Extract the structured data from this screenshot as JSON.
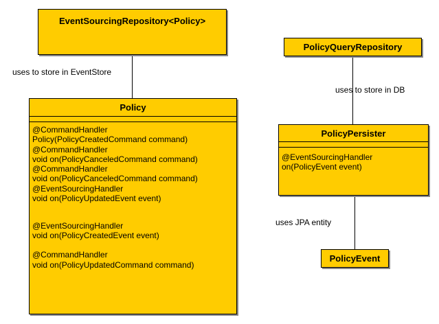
{
  "classes": {
    "event_sourcing_repository": {
      "name": "EventSourcingRepository<Policy>"
    },
    "policy": {
      "name": "Policy",
      "members": [
        "@CommandHandler",
        "Policy(PolicyCreatedCommand command)",
        "@CommandHandler",
        "void on(PolicyCanceledCommand command)",
        "@CommandHandler",
        "void on(PolicyCanceledCommand command)",
        "@EventSourcingHandler",
        "void on(PolicyUpdatedEvent event)",
        "",
        "",
        "@EventSourcingHandler",
        "void on(PolicyCreatedEvent event)",
        "",
        "@CommandHandler",
        "void on(PolicyUpdatedCommand command)"
      ]
    },
    "policy_query_repository": {
      "name": "PolicyQueryRepository"
    },
    "policy_persister": {
      "name": "PolicyPersister",
      "members": [
        "@EventSourcingHandler",
        "on(PolicyEvent event)"
      ]
    },
    "policy_event": {
      "name": "PolicyEvent"
    }
  },
  "associations": {
    "repo_to_policy": "uses to store in EventStore",
    "query_to_persister": "uses to store in DB",
    "persister_to_event": "uses JPA entity"
  }
}
